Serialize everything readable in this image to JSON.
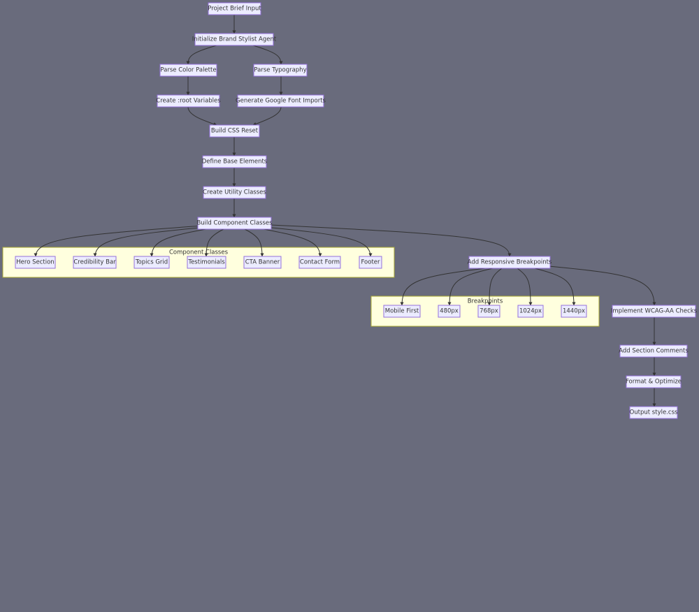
{
  "diagram": {
    "clusters": {
      "component_classes": "Component Classes",
      "breakpoints": "Breakpoints"
    },
    "nodes": {
      "project_brief_input": "Project Brief Input",
      "initialize_agent": "Initialize Brand Stylist Agent",
      "parse_color_palette": "Parse Color Palette",
      "parse_typography": "Parse Typography",
      "create_root_variables": "Create :root Variables",
      "generate_font_imports": "Generate Google Font Imports",
      "build_css_reset": "Build CSS Reset",
      "define_base_elements": "Define Base Elements",
      "create_utility_classes": "Create Utility Classes",
      "build_component_classes": "Build Component Classes",
      "hero_section": "Hero Section",
      "credibility_bar": "Credibility Bar",
      "topics_grid": "Topics Grid",
      "testimonials": "Testimonials",
      "cta_banner": "CTA Banner",
      "contact_form": "Contact Form",
      "footer": "Footer",
      "add_responsive_breakpoints": "Add Responsive Breakpoints",
      "mobile_first": "Mobile First",
      "bp_480": "480px",
      "bp_768": "768px",
      "bp_1024": "1024px",
      "bp_1440": "1440px",
      "implement_wcag": "Implement WCAG-AA Checks",
      "add_section_comments": "Add Section Comments",
      "format_optimize": "Format & Optimize",
      "output_style_css": "Output style.css"
    },
    "edges": [
      [
        "project_brief_input",
        "initialize_agent"
      ],
      [
        "initialize_agent",
        "parse_color_palette"
      ],
      [
        "initialize_agent",
        "parse_typography"
      ],
      [
        "parse_color_palette",
        "create_root_variables"
      ],
      [
        "parse_typography",
        "generate_font_imports"
      ],
      [
        "create_root_variables",
        "build_css_reset"
      ],
      [
        "generate_font_imports",
        "build_css_reset"
      ],
      [
        "build_css_reset",
        "define_base_elements"
      ],
      [
        "define_base_elements",
        "create_utility_classes"
      ],
      [
        "create_utility_classes",
        "build_component_classes"
      ],
      [
        "build_component_classes",
        "hero_section"
      ],
      [
        "build_component_classes",
        "credibility_bar"
      ],
      [
        "build_component_classes",
        "topics_grid"
      ],
      [
        "build_component_classes",
        "testimonials"
      ],
      [
        "build_component_classes",
        "cta_banner"
      ],
      [
        "build_component_classes",
        "contact_form"
      ],
      [
        "build_component_classes",
        "footer"
      ],
      [
        "build_component_classes",
        "add_responsive_breakpoints"
      ],
      [
        "add_responsive_breakpoints",
        "mobile_first"
      ],
      [
        "add_responsive_breakpoints",
        "bp_480"
      ],
      [
        "add_responsive_breakpoints",
        "bp_768"
      ],
      [
        "add_responsive_breakpoints",
        "bp_1024"
      ],
      [
        "add_responsive_breakpoints",
        "bp_1440"
      ],
      [
        "add_responsive_breakpoints",
        "implement_wcag"
      ],
      [
        "implement_wcag",
        "add_section_comments"
      ],
      [
        "add_section_comments",
        "format_optimize"
      ],
      [
        "format_optimize",
        "output_style_css"
      ]
    ]
  }
}
